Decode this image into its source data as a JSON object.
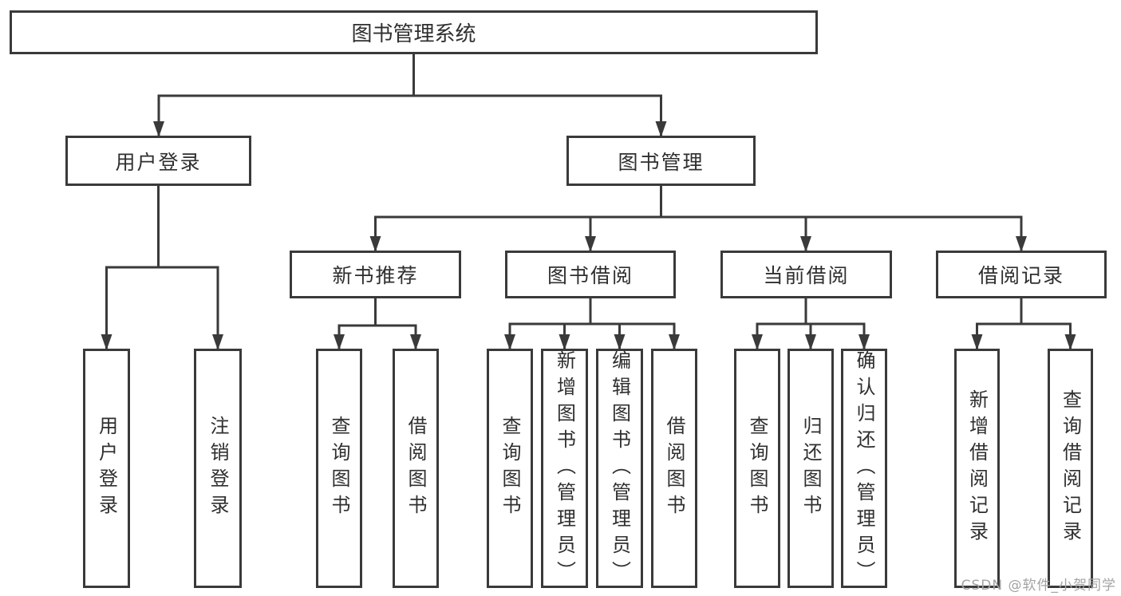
{
  "diagram": {
    "type": "function-structure-tree",
    "watermark": "CSDN @软件_小贺同学",
    "colors": {
      "line": "#3a3a3a",
      "box_border": "#3a3a3a",
      "box_background": "#ffffff",
      "text": "#2f2f2f",
      "watermark": "#a3a3a3"
    }
  },
  "nodes": {
    "root": {
      "label": "图书管理系统"
    },
    "level2": [
      {
        "label": "用户登录"
      },
      {
        "label": "图书管理"
      }
    ],
    "level3": [
      {
        "label": "新书推荐",
        "parent": "图书管理"
      },
      {
        "label": "图书借阅",
        "parent": "图书管理"
      },
      {
        "label": "当前借阅",
        "parent": "图书管理"
      },
      {
        "label": "借阅记录",
        "parent": "图书管理"
      }
    ],
    "leaves": [
      {
        "label": "用户登录",
        "parent": "用户登录"
      },
      {
        "label": "注销登录",
        "parent": "用户登录"
      },
      {
        "label": "查询图书",
        "parent": "新书推荐"
      },
      {
        "label": "借阅图书",
        "parent": "新书推荐"
      },
      {
        "label": "查询图书",
        "parent": "图书借阅"
      },
      {
        "label": "新增图书（管理员）",
        "parent": "图书借阅"
      },
      {
        "label": "编辑图书（管理员）",
        "parent": "图书借阅"
      },
      {
        "label": "借阅图书",
        "parent": "图书借阅"
      },
      {
        "label": "查询图书",
        "parent": "当前借阅"
      },
      {
        "label": "归还图书",
        "parent": "当前借阅"
      },
      {
        "label": "确认归还（管理员）",
        "parent": "当前借阅"
      },
      {
        "label": "新增借阅记录",
        "parent": "借阅记录"
      },
      {
        "label": "查询借阅记录",
        "parent": "借阅记录"
      }
    ]
  }
}
